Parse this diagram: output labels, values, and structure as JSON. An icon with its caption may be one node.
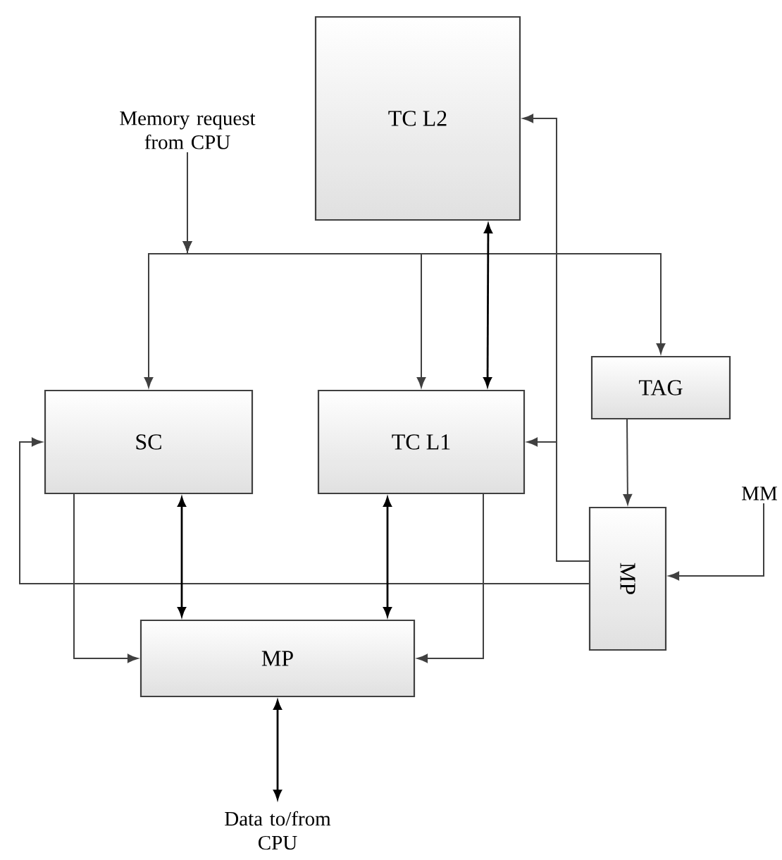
{
  "diagram": {
    "nodes": [
      {
        "text": [
          "TC L2"
        ]
      },
      {
        "text": [
          "Memory request from CPU"
        ]
      },
      {
        "text": [
          "SC"
        ]
      },
      {
        "text": [
          "TC L1"
        ]
      },
      {
        "text": [
          "TAG"
        ]
      },
      {
        "text": [
          "MP"
        ]
      },
      {
        "text": [
          "MM"
        ]
      },
      {
        "text": [
          "MP"
        ]
      },
      {
        "text": [
          "Data to/from CPU"
        ]
      }
    ],
    "edges": [
      {
        "from": 1,
        "to": 2,
        "arrow": "to"
      },
      {
        "from": 1,
        "to": 3,
        "arrow": "to"
      },
      {
        "from": 1,
        "to": 4,
        "arrow": "to"
      },
      {
        "from": 3,
        "to": 0,
        "arrow": "both",
        "color": "#000000"
      },
      {
        "from": 5,
        "to": 0,
        "arrow": "to"
      },
      {
        "from": 5,
        "to": 3,
        "arrow": "to"
      },
      {
        "from": 4,
        "to": 5,
        "arrow": "to"
      },
      {
        "from": 6,
        "to": 5,
        "arrow": "to"
      },
      {
        "from": 5,
        "to": 2,
        "arrow": "to"
      },
      {
        "from": 2,
        "to": 7,
        "arrow": "to"
      },
      {
        "from": 2,
        "to": 7,
        "arrow": "both",
        "color": "#000000"
      },
      {
        "from": 3,
        "to": 7,
        "arrow": "both",
        "color": "#000000"
      },
      {
        "from": 3,
        "to": 7,
        "arrow": "to"
      },
      {
        "from": 7,
        "to": 8,
        "arrow": "both",
        "color": "#000000"
      }
    ]
  }
}
